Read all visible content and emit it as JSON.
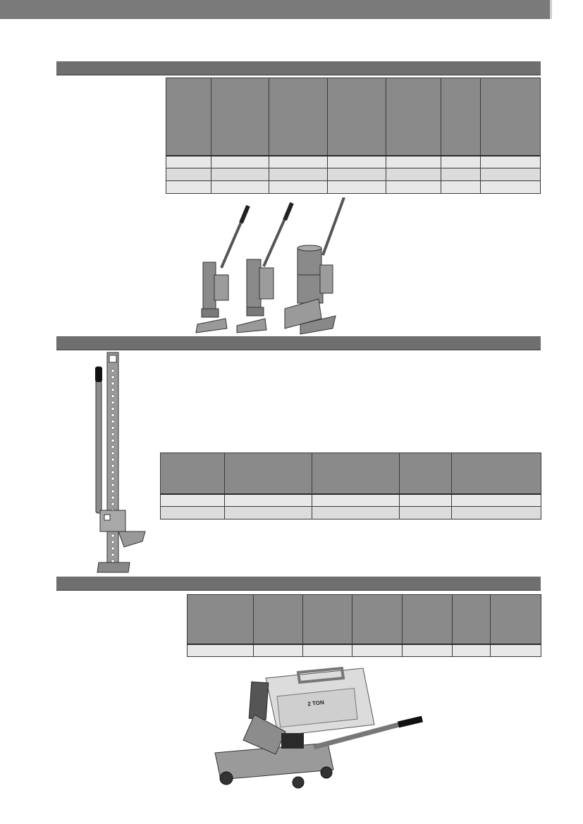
{
  "header": {
    "title": ""
  },
  "sections": [
    {
      "title": ""
    },
    {
      "title": ""
    },
    {
      "title": ""
    }
  ],
  "table1": {
    "headers": [
      "",
      "",
      "",
      "",
      "",
      "",
      ""
    ],
    "rows": [
      [
        "",
        "",
        "",
        "",
        "",
        "",
        ""
      ],
      [
        "",
        "",
        "",
        "",
        "",
        "",
        ""
      ],
      [
        "",
        "",
        "",
        "",
        "",
        "",
        ""
      ]
    ]
  },
  "table2": {
    "headers": [
      "",
      "",
      "",
      "",
      ""
    ],
    "rows": [
      [
        "",
        "",
        "",
        "",
        ""
      ],
      [
        "",
        "",
        "",
        "",
        ""
      ]
    ]
  },
  "table3": {
    "headers": [
      "",
      "",
      "",
      "",
      "",
      "",
      ""
    ],
    "rows": [
      [
        "",
        "",
        "",
        "",
        "",
        "",
        ""
      ]
    ]
  },
  "images": {
    "toe_jacks": "toe-jacks-photo",
    "farm_jack": "farm-jack-photo",
    "trolley_jack": "trolley-jack-with-case-photo",
    "case_label": "2 TON"
  },
  "colors": {
    "header_bar": "#7a7a7a",
    "section_bar": "#6f6f6f",
    "table_header": "#8a8a8a",
    "table_cell": "#e8e8e8"
  }
}
